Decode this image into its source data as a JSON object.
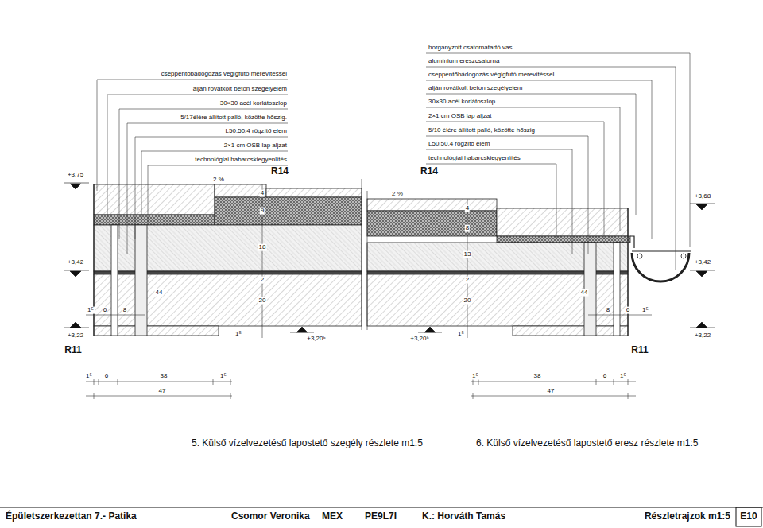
{
  "diagram": {
    "labels": [
      "cseppentőbádogozás végigfutó merevítéssel",
      "alján rovátkolt beton szegélyelem",
      "30×30 acél korlátoszlop",
      "5/17élére állított palló, közötte hőszig.",
      "L50.50.4 rögzítő elem",
      "2×1 cm OSB lap aljzat",
      "technológiai habarcskiegyenlítés",
      "horganyzott csatornatartó vas",
      "alumínium ereszcsatorna",
      "cseppentőbádogozás végigfutó merevítéssel",
      "alján rovátkolt beton szegélyelem",
      "30×30 acél korlátoszlop",
      "2×1 cm OSB lap aljzat",
      "5/10 élére állított palló, közötte hőszig",
      "L50.50.4 rögzítő elem",
      "technológiai habarcskiegyenlítés",
      "+3,75",
      "R14",
      "2 %",
      "R14",
      "2 %",
      "+3,68",
      "+3,42",
      "+3,42",
      "+3,22",
      "R11",
      "+3,20⁵",
      "+3,20⁵",
      "+3,22",
      "R11",
      "4",
      "9",
      "18",
      "2",
      "20",
      "1⁵",
      "4",
      "8",
      "13",
      "2",
      "20",
      "1⁵",
      "44",
      "1⁵",
      "6",
      "8",
      "44",
      "8",
      "6",
      "1⁵",
      "1⁵",
      "6",
      "38",
      "1⁵",
      "47",
      "1⁵",
      "38",
      "6",
      "1⁵",
      "47",
      "5. Külső vízelvezetésű lapostető szegély részlete m1:5",
      "6. Külső vízelvezetésű lapostető eresz részlete m1:5",
      "Épületszerkezettan 7.- Patika",
      "Csomor Veronika",
      "MEX",
      "PE9L7I",
      "K.: Horváth Tamás",
      "Részletrajzok m1:5",
      "E10"
    ]
  }
}
